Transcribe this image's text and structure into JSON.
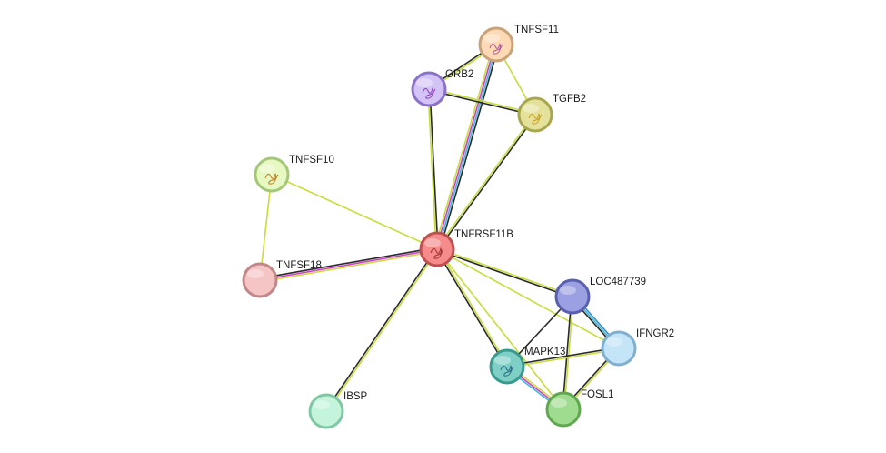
{
  "network": {
    "nodes": [
      {
        "id": "TNFSF11",
        "label": "TNFSF11",
        "fill": "#fdd9b5",
        "stroke": "#c9a27a",
        "structure": "protein-structure-icon",
        "structure_color": "#b05a9a"
      },
      {
        "id": "GRB2",
        "label": "GRB2",
        "fill": "#d4c4f5",
        "stroke": "#8a72c8",
        "structure": "protein-structure-icon",
        "structure_color": "#8a3fb8"
      },
      {
        "id": "TGFB2",
        "label": "TGFB2",
        "fill": "#e4e29a",
        "stroke": "#a8a64e",
        "structure": "protein-structure-icon",
        "structure_color": "#c9a01a"
      },
      {
        "id": "TNFSF10",
        "label": "TNFSF10",
        "fill": "#e8f8c2",
        "stroke": "#a4c878",
        "structure": "protein-structure-icon",
        "structure_color": "#c07a20"
      },
      {
        "id": "TNFRSF11B",
        "label": "TNFRSF11B",
        "fill": "#f58b8b",
        "stroke": "#c05050",
        "structure": "protein-structure-icon",
        "structure_color": "#a03030"
      },
      {
        "id": "TNFSF18",
        "label": "TNFSF18",
        "fill": "#f5c4c4",
        "stroke": "#c08888",
        "structure": "",
        "structure_color": ""
      },
      {
        "id": "LOC487739",
        "label": "LOC487739",
        "fill": "#9aa0e2",
        "stroke": "#5a60b0",
        "structure": "",
        "structure_color": ""
      },
      {
        "id": "IFNGR2",
        "label": "IFNGR2",
        "fill": "#c4e4f8",
        "stroke": "#80b0d0",
        "structure": "",
        "structure_color": ""
      },
      {
        "id": "MAPK13",
        "label": "MAPK13",
        "fill": "#7ed0c6",
        "stroke": "#3a9a8e",
        "structure": "protein-structure-icon",
        "structure_color": "#2a6a8a"
      },
      {
        "id": "FOSL1",
        "label": "FOSL1",
        "fill": "#a0dc90",
        "stroke": "#60a850",
        "structure": "",
        "structure_color": ""
      },
      {
        "id": "IBSP",
        "label": "IBSP",
        "fill": "#c4f4dc",
        "stroke": "#80c8a4",
        "structure": "",
        "structure_color": ""
      }
    ],
    "edges": [
      {
        "from": "TNFRSF11B",
        "to": "TNFSF11",
        "colors": [
          "#c8dc3c",
          "#d040d0",
          "#3cbcd0",
          "#2a2a2a"
        ]
      },
      {
        "from": "TNFRSF11B",
        "to": "GRB2",
        "colors": [
          "#c8dc3c",
          "#2a2a2a"
        ]
      },
      {
        "from": "TNFRSF11B",
        "to": "TGFB2",
        "colors": [
          "#c8dc3c",
          "#2a2a2a"
        ]
      },
      {
        "from": "TNFRSF11B",
        "to": "TNFSF10",
        "colors": [
          "#c8dc3c"
        ]
      },
      {
        "from": "TNFRSF11B",
        "to": "TNFSF18",
        "colors": [
          "#c8dc3c",
          "#d040d0",
          "#2a2a2a"
        ]
      },
      {
        "from": "TNFRSF11B",
        "to": "LOC487739",
        "colors": [
          "#c8dc3c",
          "#2a2a2a"
        ]
      },
      {
        "from": "TNFRSF11B",
        "to": "IFNGR2",
        "colors": [
          "#c8dc3c"
        ]
      },
      {
        "from": "TNFRSF11B",
        "to": "MAPK13",
        "colors": [
          "#c8dc3c",
          "#2a2a2a"
        ]
      },
      {
        "from": "TNFRSF11B",
        "to": "FOSL1",
        "colors": [
          "#c8dc3c"
        ]
      },
      {
        "from": "TNFRSF11B",
        "to": "IBSP",
        "colors": [
          "#c8dc3c",
          "#2a2a2a"
        ]
      },
      {
        "from": "TNFSF11",
        "to": "GRB2",
        "colors": [
          "#c8dc3c",
          "#2a2a2a"
        ]
      },
      {
        "from": "TNFSF11",
        "to": "TGFB2",
        "colors": [
          "#c8dc3c"
        ]
      },
      {
        "from": "GRB2",
        "to": "TGFB2",
        "colors": [
          "#c8dc3c",
          "#2a2a2a"
        ]
      },
      {
        "from": "TNFSF10",
        "to": "TNFSF18",
        "colors": [
          "#c8dc3c"
        ]
      },
      {
        "from": "LOC487739",
        "to": "IFNGR2",
        "colors": [
          "#3c8cd0",
          "#3cbcd0",
          "#2a2a2a"
        ]
      },
      {
        "from": "LOC487739",
        "to": "MAPK13",
        "colors": [
          "#2a2a2a"
        ]
      },
      {
        "from": "LOC487739",
        "to": "FOSL1",
        "colors": [
          "#c8dc3c",
          "#2a2a2a"
        ]
      },
      {
        "from": "IFNGR2",
        "to": "MAPK13",
        "colors": [
          "#c8dc3c",
          "#2a2a2a"
        ]
      },
      {
        "from": "IFNGR2",
        "to": "FOSL1",
        "colors": [
          "#c8dc3c",
          "#2a2a2a"
        ]
      },
      {
        "from": "MAPK13",
        "to": "FOSL1",
        "colors": [
          "#c8dc3c",
          "#d040d0",
          "#3cbcd0"
        ]
      }
    ]
  }
}
